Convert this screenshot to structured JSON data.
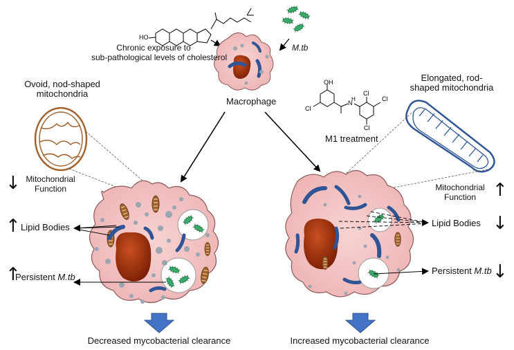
{
  "top": {
    "cholesterol_label_line1": "Chronic exposure to",
    "cholesterol_label_line2": "sub-pathological levels of cholesterol",
    "mtb_label": "M.tb",
    "macrophage_label": "Macrophage",
    "molecule_ho": "HO",
    "molecule_oh": "OH",
    "molecule_cl": "Cl",
    "molecule_n": "N",
    "molecule_h": "H"
  },
  "left": {
    "mito_label_line1": "Ovoid, nod-shaped",
    "mito_label_line2": "mitochondria",
    "function_line1": "Mitochondrial",
    "function_line2": "Function",
    "function_dir": "↓",
    "lipid_label": "Lipid Bodies",
    "lipid_dir": "↑",
    "persistent_label": "Persistent ",
    "persistent_italic": "M.tb",
    "persistent_dir": "↑",
    "outcome": "Decreased mycobacterial clearance"
  },
  "right": {
    "mito_label_line1": "Elongated, rod-",
    "mito_label_line2": "shaped mitochondria",
    "treatment_label": "M1 treatment",
    "function_line1": "Mitochondrial",
    "function_line2": "Function",
    "function_dir": "↑",
    "lipid_label": "Lipid Bodies",
    "lipid_dir": "↓",
    "persistent_label": "Persistent ",
    "persistent_italic": "M.tb",
    "persistent_dir": "↓",
    "outcome": "Increased mycobacterial clearance"
  },
  "colors": {
    "cell_fill": "#f4c6c6",
    "cell_stroke": "#8a5a5a",
    "nucleus": "#a52a0a",
    "mito_blue": "#2f5597",
    "mito_brown": "#a0622d",
    "lipid": "#9aa6b2",
    "mtb_green": "#3aaa6a",
    "outcome_arrow": "#4472c4"
  }
}
